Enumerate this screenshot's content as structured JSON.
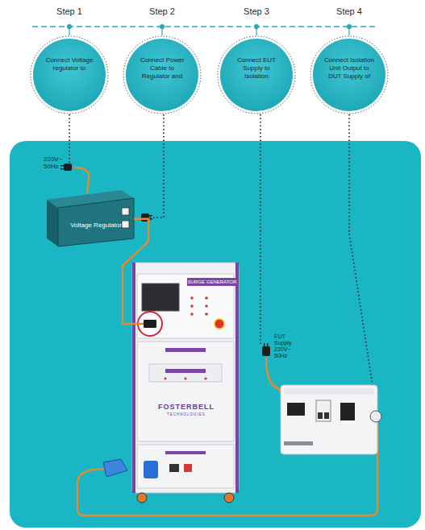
{
  "diagram": {
    "nodes": [
      {
        "text": [
          "Step 1",
          "Connect Voltage regulator to"
        ]
      },
      {
        "text": [
          "Step 2",
          "Connect Power Cable to Regulator and"
        ]
      },
      {
        "text": [
          "Step 3",
          "Connect EUT Supply to Isolation"
        ]
      },
      {
        "text": [
          "Step 4",
          "Connect Isolation Unit Output to DUT Supply of"
        ]
      },
      {
        "text": [
          "Voltage Regulator"
        ]
      },
      {
        "text": [
          "SURGE GENERATOR"
        ]
      }
    ],
    "edges": [
      {
        "from": 4,
        "to": 5,
        "arrow": "none"
      }
    ],
    "labels": [
      "220V~ 50Hz",
      "EUT Supply 220V~ 50Hz",
      "FOSTERBELL",
      "TECHNOLOGIES"
    ]
  }
}
